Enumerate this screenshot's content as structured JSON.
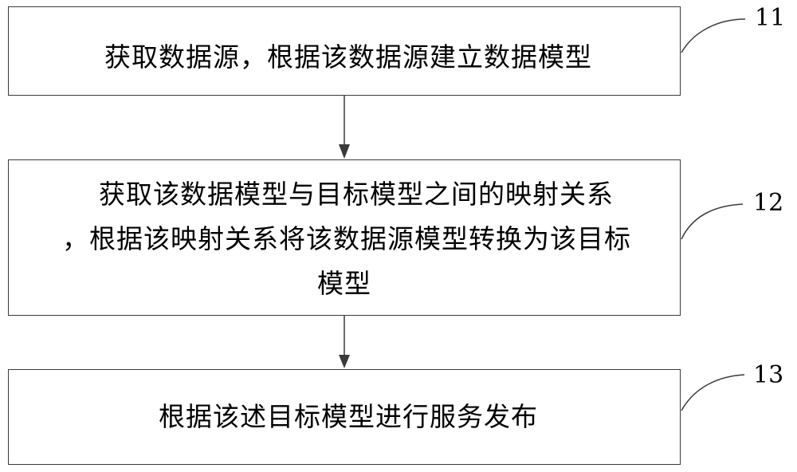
{
  "steps": [
    {
      "ref": "11",
      "lines": [
        "获取数据源，根据该数据源建立数据模型"
      ]
    },
    {
      "ref": "12",
      "lines": [
        "获取该数据模型与目标模型之间的映射关系",
        "，根据该映射关系将该数据源模型转换为该目标",
        "模型"
      ]
    },
    {
      "ref": "13",
      "lines": [
        "根据该述目标模型进行服务发布"
      ]
    }
  ]
}
